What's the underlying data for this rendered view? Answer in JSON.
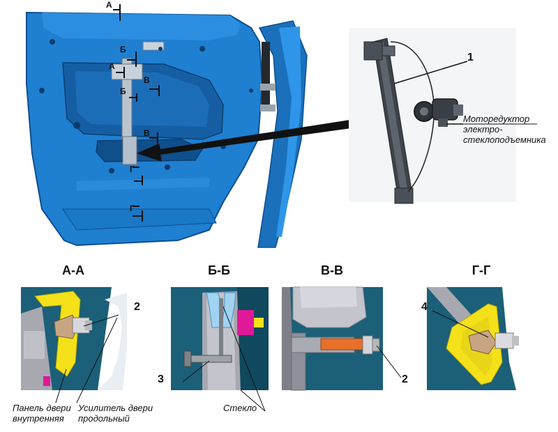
{
  "section_titles": {
    "aa": "А-А",
    "bb": "Б-Б",
    "vv": "В-В",
    "gg": "Г-Г"
  },
  "callouts": {
    "one": "1",
    "two_aa": "2",
    "two_vv": "2",
    "three": "3",
    "four": "4"
  },
  "captions": {
    "motor_line1": "Моторедуктор",
    "motor_line2": "электро-",
    "motor_line3": "стеклоподъемника",
    "panel_line1": "Панель двери",
    "panel_line2": "внутренняя",
    "reinf_line1": "Усилитель двери",
    "reinf_line2": "продольный",
    "glass": "Стекло"
  },
  "door_marks": {
    "a_top": "А",
    "b_upper": "Б",
    "a_mid": "А",
    "b_mid": "Б",
    "v_upper": "В",
    "v_lower": "В",
    "g_upper": "Г",
    "g_lower": "Г"
  },
  "colors": {
    "door_blue": "#1f7fd0",
    "door_dark": "#0d4f8f",
    "yellow": "#f4e11a",
    "orange": "#e8702a",
    "magenta": "#e0189a",
    "teal": "#1b5f78",
    "grey": "#a7a8b0",
    "steel": "#5a5f66"
  }
}
